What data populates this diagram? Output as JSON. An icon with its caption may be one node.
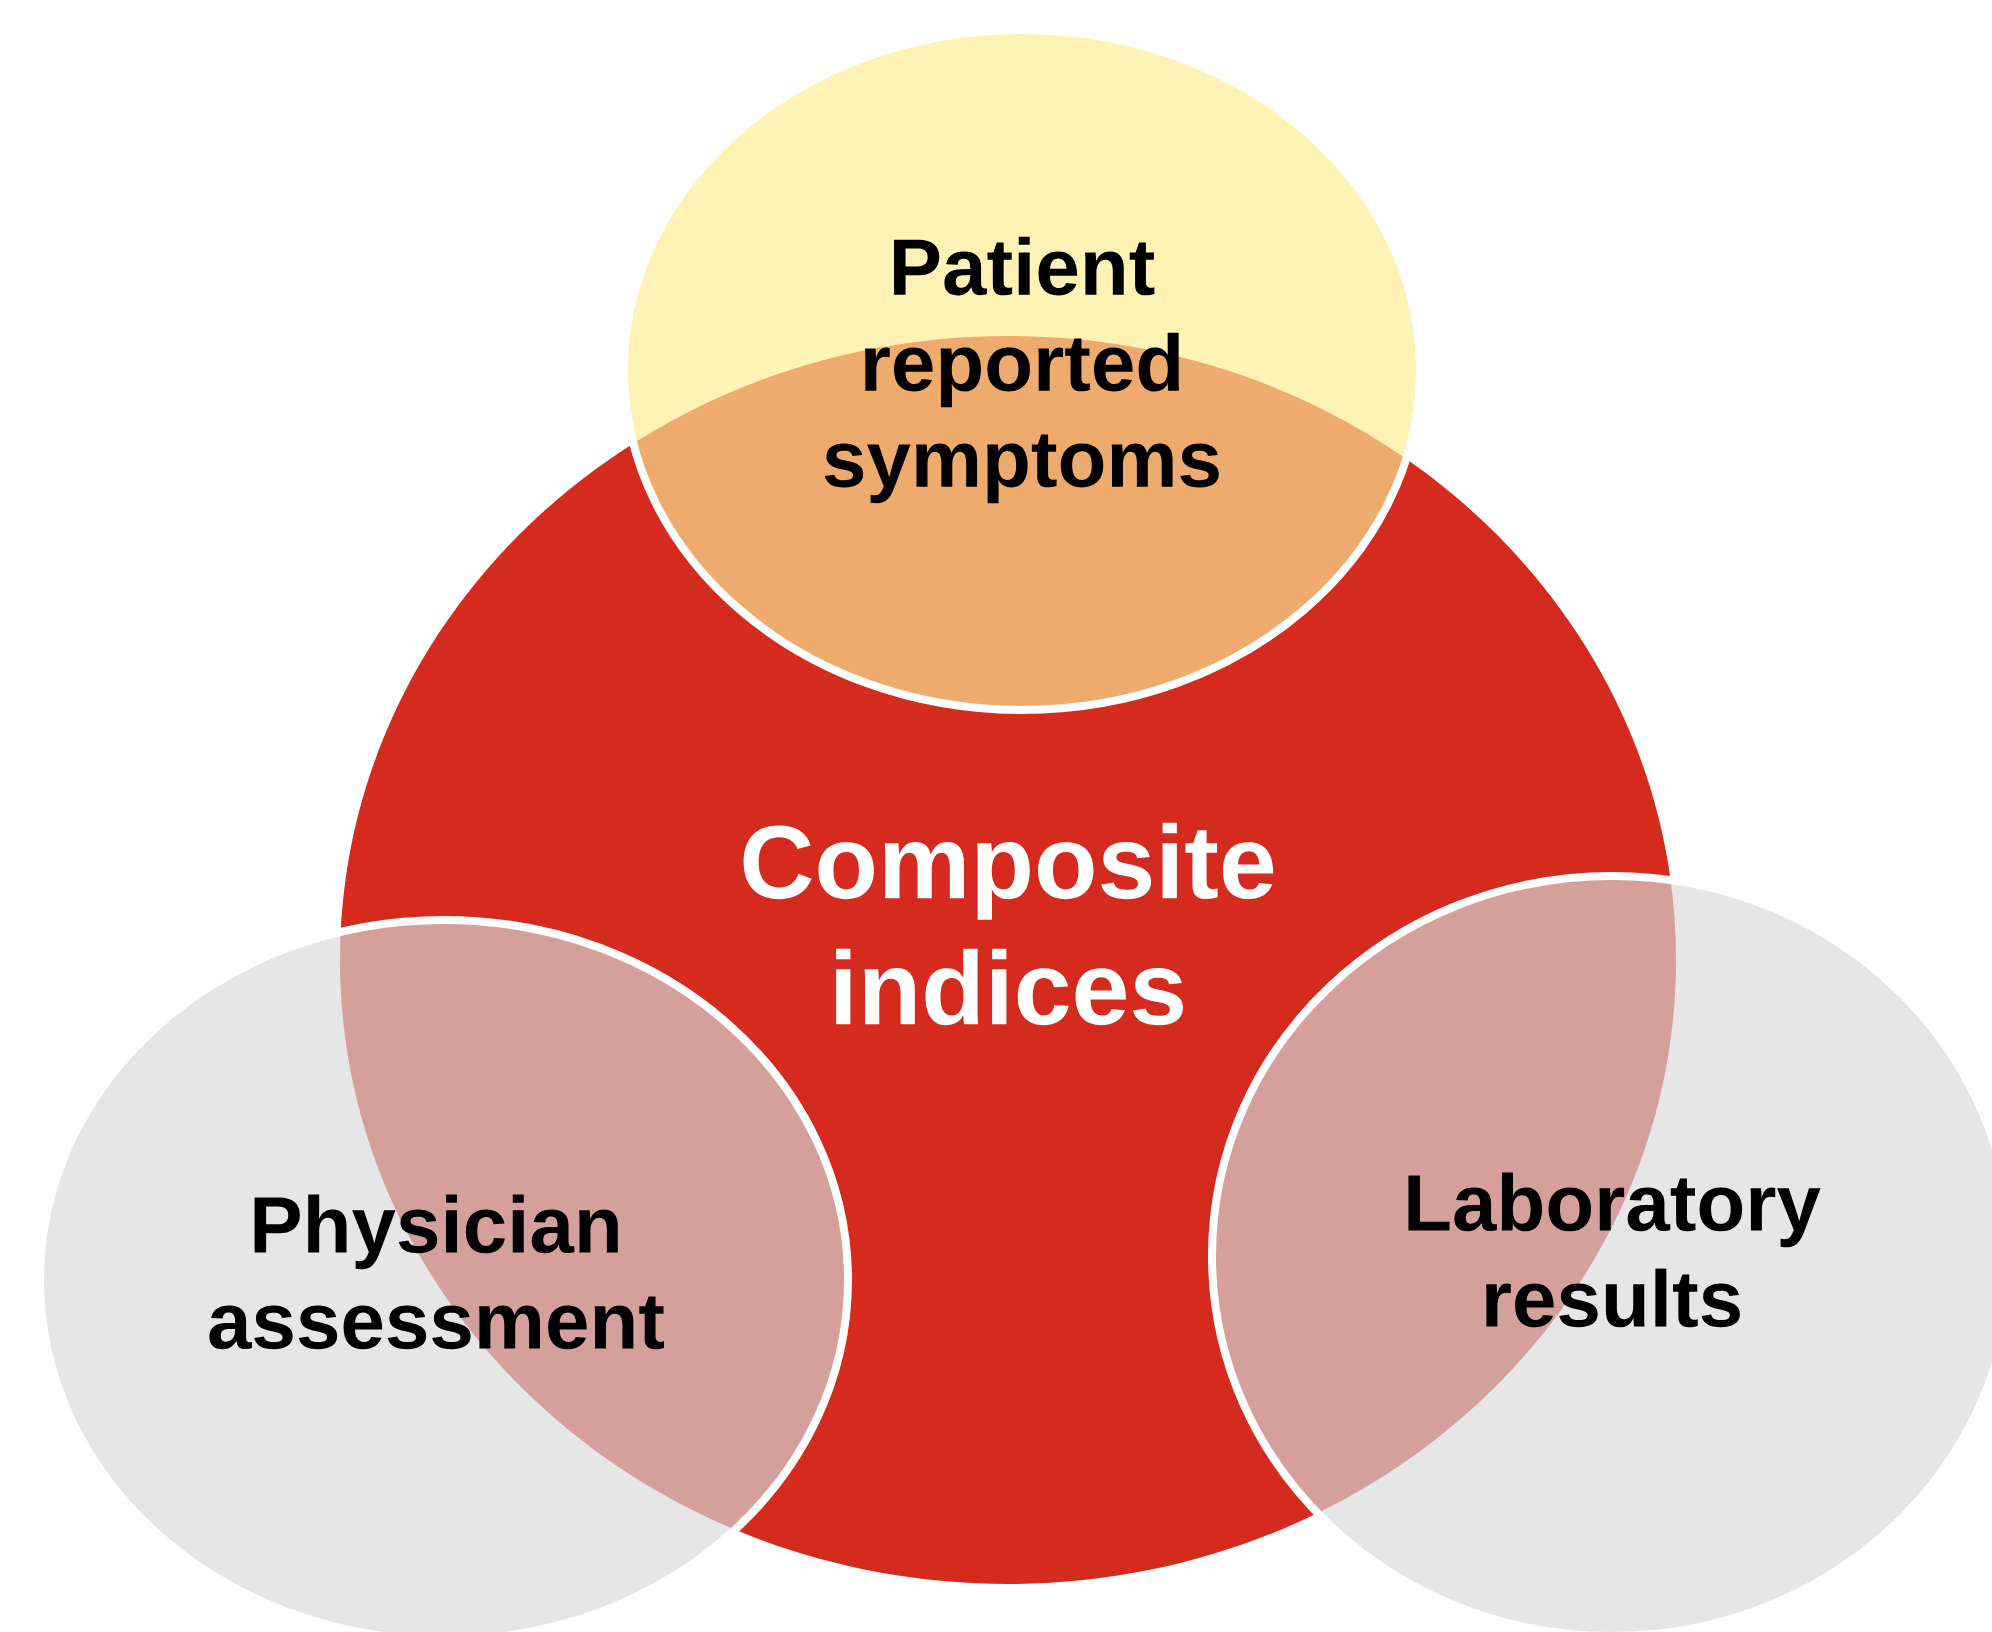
{
  "diagram": {
    "nodes": [
      {
        "text": [
          "Composite indices"
        ]
      },
      {
        "text": [
          "Patient reported symptoms"
        ]
      },
      {
        "text": [
          "Physician assessment"
        ]
      },
      {
        "text": [
          "Laboratory results"
        ]
      }
    ]
  }
}
